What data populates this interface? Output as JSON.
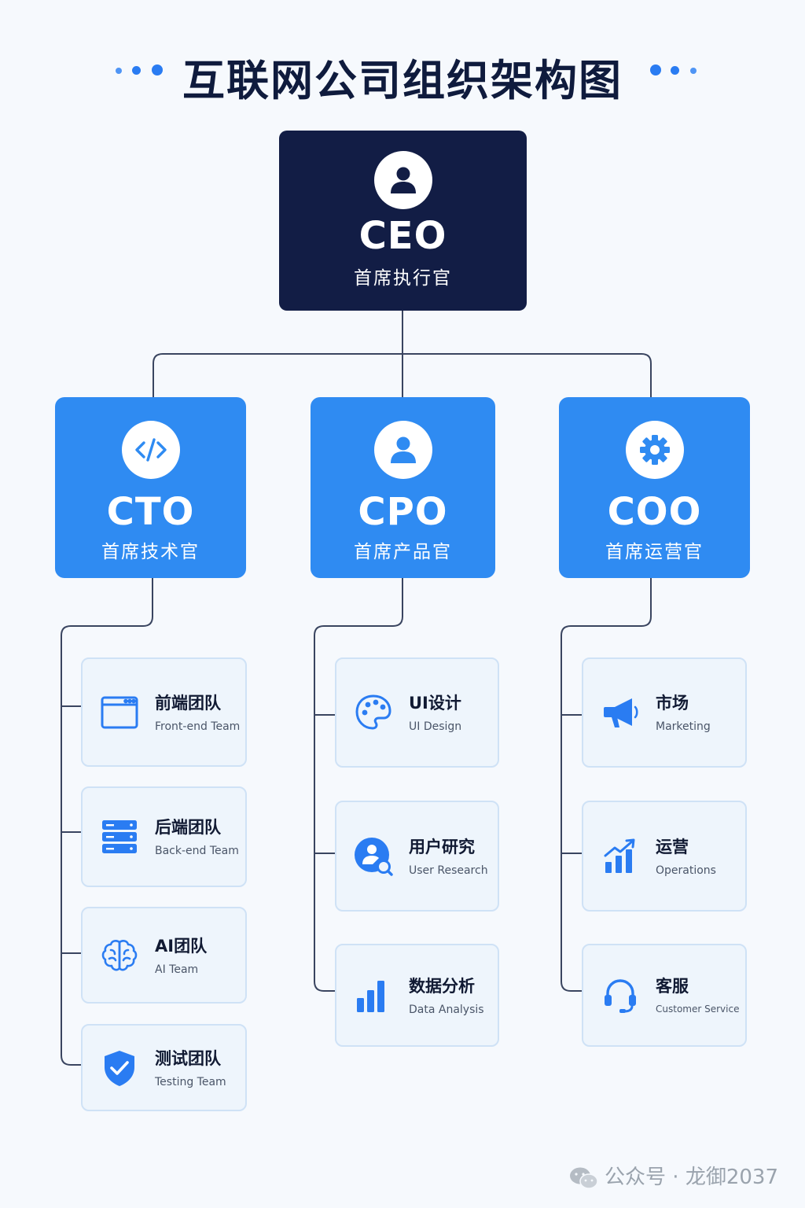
{
  "title": "互联网公司组织架构图",
  "ceo": {
    "abbr": "CEO",
    "cn": "首席执行官",
    "icon": "user-icon"
  },
  "executives": [
    {
      "abbr": "CTO",
      "cn": "首席技术官",
      "icon": "code-icon"
    },
    {
      "abbr": "CPO",
      "cn": "首席产品官",
      "icon": "user-icon"
    },
    {
      "abbr": "COO",
      "cn": "首席运营官",
      "icon": "gear-icon"
    }
  ],
  "teams": {
    "cto": [
      {
        "cn": "前端团队",
        "en": "Front-end Team",
        "icon": "browser-window-icon"
      },
      {
        "cn": "后端团队",
        "en": "Back-end Team",
        "icon": "server-icon"
      },
      {
        "cn": "AI团队",
        "en": "AI Team",
        "icon": "brain-icon"
      },
      {
        "cn": "测试团队",
        "en": "Testing Team",
        "icon": "shield-check-icon"
      }
    ],
    "cpo": [
      {
        "cn": "UI设计",
        "en": "UI Design",
        "icon": "palette-icon"
      },
      {
        "cn": "用户研究",
        "en": "User Research",
        "icon": "user-search-icon"
      },
      {
        "cn": "数据分析",
        "en": "Data Analysis",
        "icon": "bar-chart-icon"
      }
    ],
    "coo": [
      {
        "cn": "市场",
        "en": "Marketing",
        "icon": "megaphone-icon"
      },
      {
        "cn": "运营",
        "en": "Operations",
        "icon": "growth-chart-icon"
      },
      {
        "cn": "客服",
        "en": "Customer Service",
        "icon": "headset-icon"
      }
    ]
  },
  "watermark": "公众号 · 龙御2037",
  "colors": {
    "ceo_bg": "#121d45",
    "exec_bg": "#2f8bf2",
    "accent": "#2a7cf2",
    "card_bg": "#eef5fc",
    "card_border": "#cfe2f6",
    "line": "#3a4560"
  }
}
